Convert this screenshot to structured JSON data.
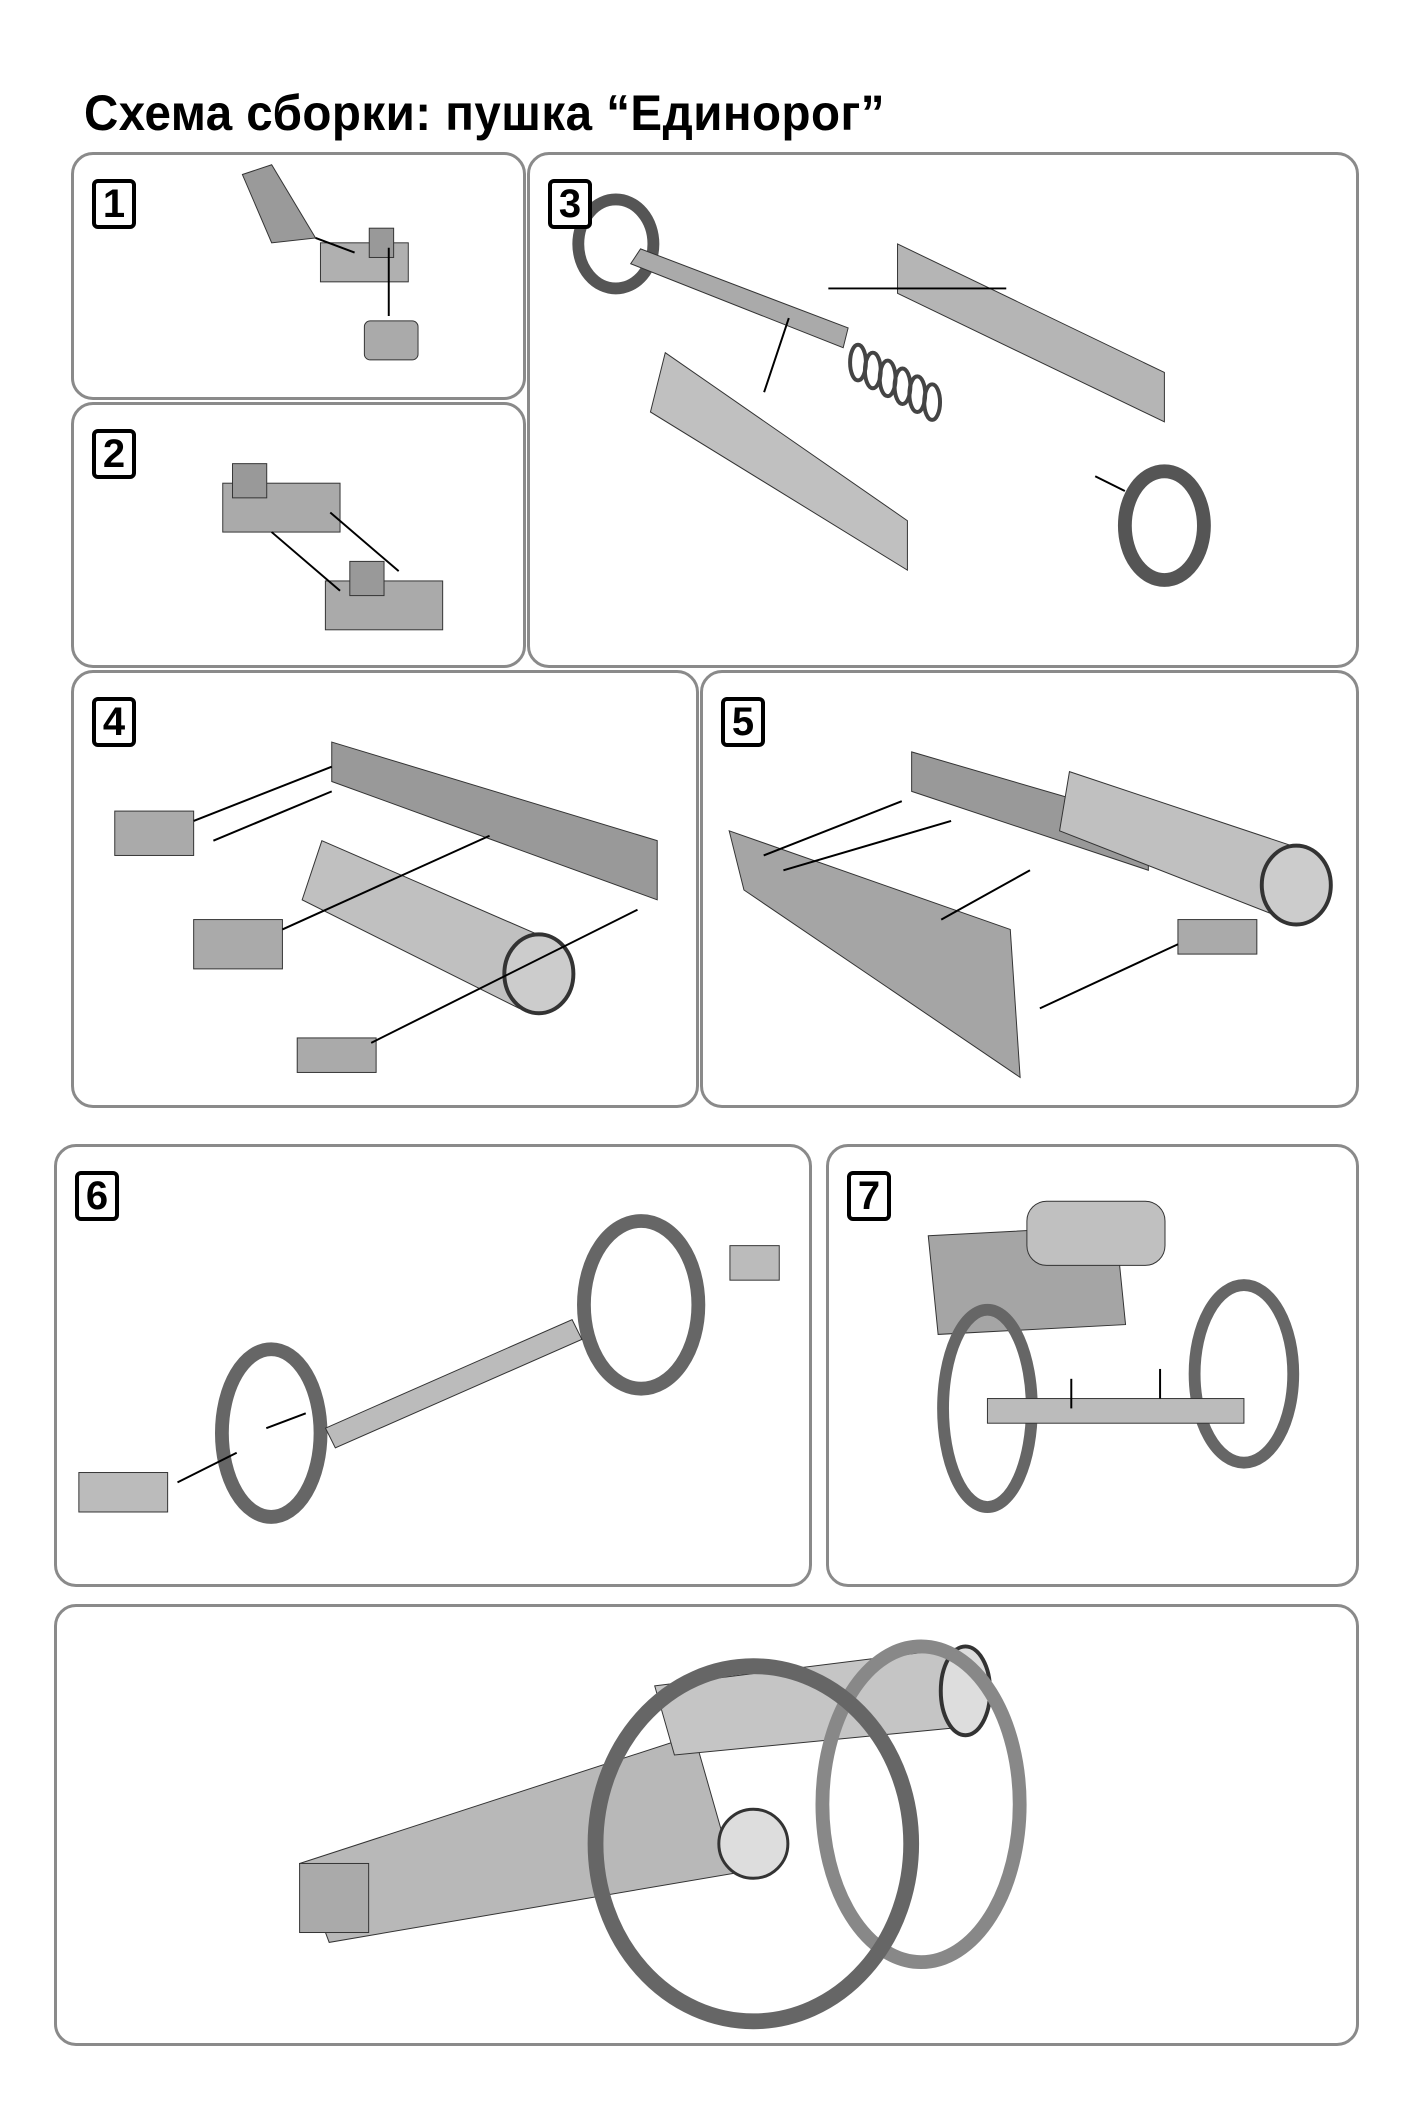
{
  "title": "Схема сборки: пушка “Единорог”",
  "steps": [
    {
      "number": "1"
    },
    {
      "number": "2"
    },
    {
      "number": "3"
    },
    {
      "number": "4"
    },
    {
      "number": "5"
    },
    {
      "number": "6"
    },
    {
      "number": "7"
    }
  ]
}
